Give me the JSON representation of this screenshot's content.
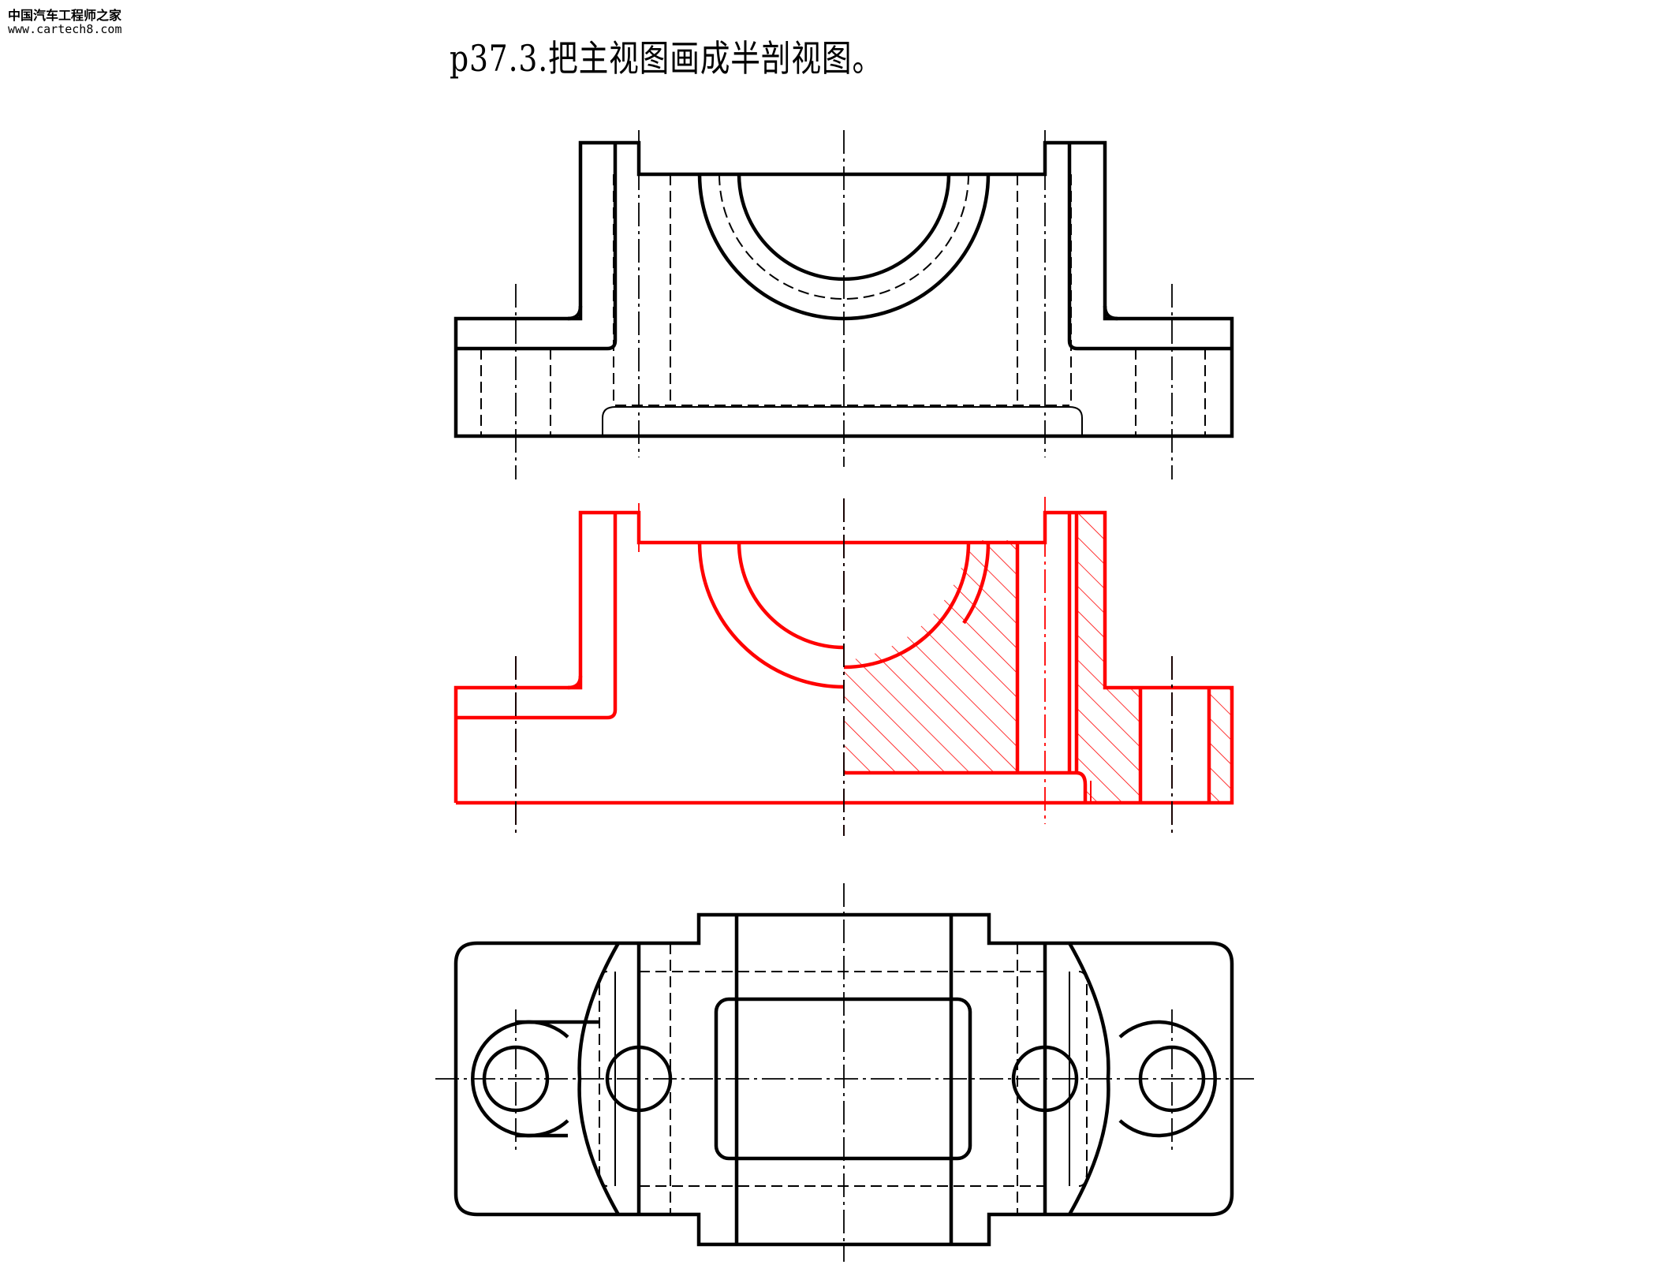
{
  "watermark": {
    "site_name": "中国汽车工程师之家",
    "url": "www.cartech8.com"
  },
  "title": "p37.3.把主视图画成半剖视图。",
  "colors": {
    "original_views": "#000000",
    "answer_view": "#ff0000",
    "background": "#ffffff"
  }
}
